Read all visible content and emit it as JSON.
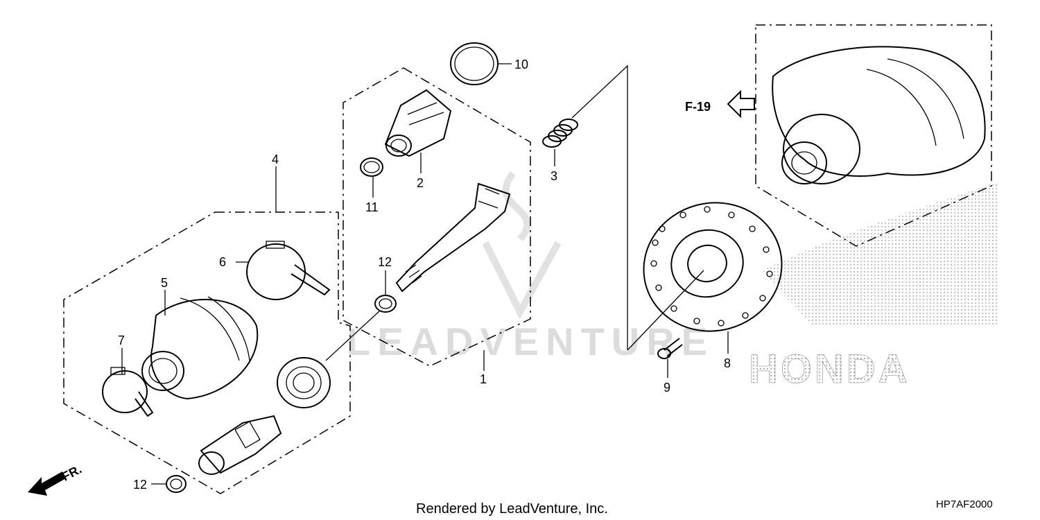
{
  "watermark": "LEADVENTURE",
  "brand_text": "HONDA",
  "reference": "F-19",
  "front_marker": "FR.",
  "footer": {
    "rendered_by": "Rendered by LeadVenture, Inc.",
    "diagram_code": "HP7AF2000"
  },
  "callouts": {
    "c1": "1",
    "c2": "2",
    "c3": "3",
    "c4": "4",
    "c5": "5",
    "c6": "6",
    "c7": "7",
    "c8": "8",
    "c9": "9",
    "c10": "10",
    "c11": "11",
    "c12a": "12",
    "c12b": "12"
  }
}
